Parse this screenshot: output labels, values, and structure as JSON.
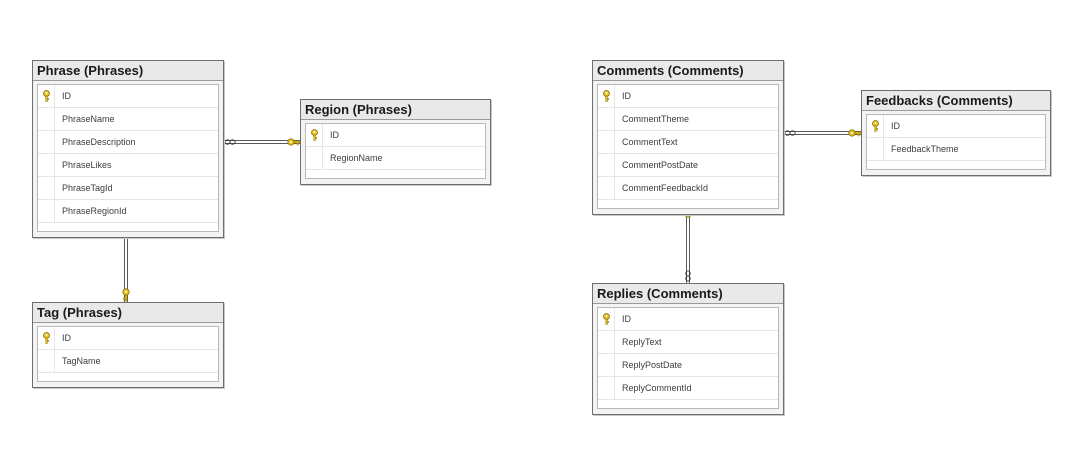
{
  "tables": [
    {
      "id": "phrase",
      "title": "Phrase (Phrases)",
      "columns": [
        {
          "name": "ID",
          "primary_key": true
        },
        {
          "name": "PhraseName",
          "primary_key": false
        },
        {
          "name": "PhraseDescription",
          "primary_key": false
        },
        {
          "name": "PhraseLikes",
          "primary_key": false
        },
        {
          "name": "PhraseTagId",
          "primary_key": false
        },
        {
          "name": "PhraseRegionId",
          "primary_key": false
        }
      ]
    },
    {
      "id": "region",
      "title": "Region (Phrases)",
      "columns": [
        {
          "name": "ID",
          "primary_key": true
        },
        {
          "name": "RegionName",
          "primary_key": false
        }
      ]
    },
    {
      "id": "tag",
      "title": "Tag (Phrases)",
      "columns": [
        {
          "name": "ID",
          "primary_key": true
        },
        {
          "name": "TagName",
          "primary_key": false
        }
      ]
    },
    {
      "id": "comments",
      "title": "Comments (Comments)",
      "columns": [
        {
          "name": "ID",
          "primary_key": true
        },
        {
          "name": "CommentTheme",
          "primary_key": false
        },
        {
          "name": "CommentText",
          "primary_key": false
        },
        {
          "name": "CommentPostDate",
          "primary_key": false
        },
        {
          "name": "CommentFeedbackId",
          "primary_key": false
        }
      ]
    },
    {
      "id": "feedbacks",
      "title": "Feedbacks (Comments)",
      "columns": [
        {
          "name": "ID",
          "primary_key": true
        },
        {
          "name": "FeedbackTheme",
          "primary_key": false
        }
      ]
    },
    {
      "id": "replies",
      "title": "Replies (Comments)",
      "columns": [
        {
          "name": "ID",
          "primary_key": true
        },
        {
          "name": "ReplyText",
          "primary_key": false
        },
        {
          "name": "ReplyPostDate",
          "primary_key": false
        },
        {
          "name": "ReplyCommentId",
          "primary_key": false
        }
      ]
    }
  ],
  "relationships": [
    {
      "from": "phrase",
      "from_end": "many",
      "to": "region",
      "to_end": "one"
    },
    {
      "from": "phrase",
      "from_end": "many",
      "to": "tag",
      "to_end": "one"
    },
    {
      "from": "comments",
      "from_end": "many",
      "to": "feedbacks",
      "to_end": "one"
    },
    {
      "from": "replies",
      "from_end": "many",
      "to": "comments",
      "to_end": "one"
    }
  ],
  "colors": {
    "key": "#e6c21a",
    "key_outline": "#8a7000",
    "line": "#5a5a5a",
    "title_bg": "#e9e9e9"
  }
}
